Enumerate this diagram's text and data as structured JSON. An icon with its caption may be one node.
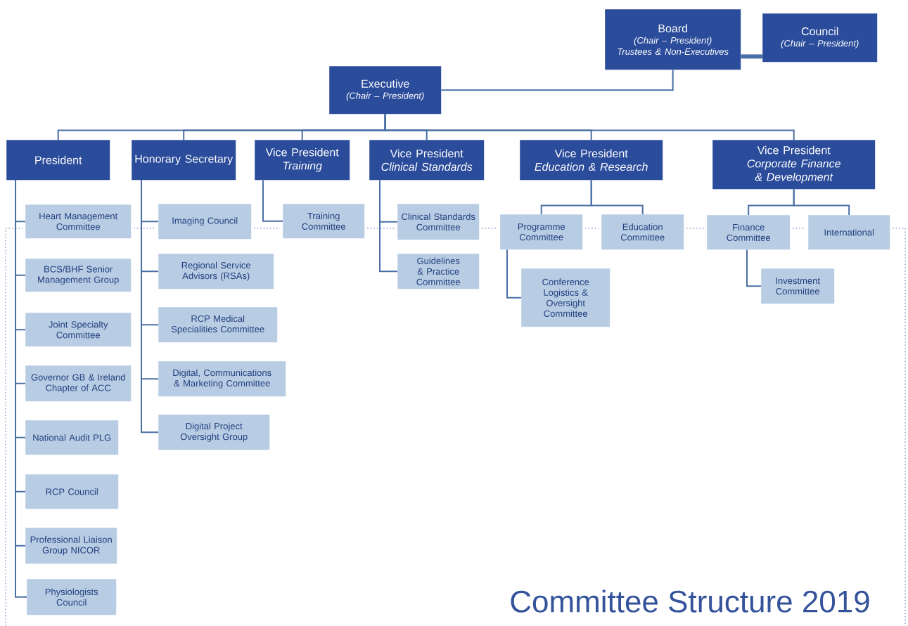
{
  "diagram": {
    "title": "Committee Structure 2019",
    "nodes": [
      {
        "text": [
          "Board",
          "(Chair – President) Trustees & Non-Executives"
        ]
      },
      {
        "text": [
          "Council",
          "(Chair – President)"
        ]
      },
      {
        "text": [
          "Executive",
          "(Chair – President)"
        ]
      },
      {
        "text": [
          "President"
        ]
      },
      {
        "text": [
          "Honorary Secretary"
        ]
      },
      {
        "text": [
          "Vice President",
          "Training"
        ]
      },
      {
        "text": [
          "Vice President",
          "Clinical Standards"
        ]
      },
      {
        "text": [
          "Vice President",
          "Education & Research"
        ]
      },
      {
        "text": [
          "Vice President",
          "Corporate Finance & Development"
        ]
      },
      {
        "text": [
          "Heart Management Committee"
        ]
      },
      {
        "text": [
          "BCS/BHF Senior Management Group"
        ]
      },
      {
        "text": [
          "Joint Specialty Committee"
        ]
      },
      {
        "text": [
          "Governor GB & Ireland Chapter of ACC"
        ]
      },
      {
        "text": [
          "National Audit PLG"
        ]
      },
      {
        "text": [
          "RCP Council"
        ]
      },
      {
        "text": [
          "Professional Liaison Group NICOR"
        ]
      },
      {
        "text": [
          "Physiologists Council"
        ]
      },
      {
        "text": [
          "Imaging Council"
        ]
      },
      {
        "text": [
          "Regional Service Advisors (RSAs)"
        ]
      },
      {
        "text": [
          "RCP Medical Specialities Committee"
        ]
      },
      {
        "text": [
          "Digital, Communications & Marketing Committee"
        ]
      },
      {
        "text": [
          "Digital Project Oversight Group"
        ]
      },
      {
        "text": [
          "Training Committee"
        ]
      },
      {
        "text": [
          "Clinical Standards Committee"
        ]
      },
      {
        "text": [
          "Guidelines & Practice Committee"
        ]
      },
      {
        "text": [
          "Programme Committee"
        ]
      },
      {
        "text": [
          "Education Committee"
        ]
      },
      {
        "text": [
          "Conference Logistics & Oversight Committee"
        ]
      },
      {
        "text": [
          "Finance Committee"
        ]
      },
      {
        "text": [
          "International"
        ]
      },
      {
        "text": [
          "Investment Committee"
        ]
      }
    ],
    "edges": [
      {
        "from": 0,
        "to": 1,
        "arrow": "none",
        "style": "thick"
      },
      {
        "from": 0,
        "to": 2,
        "arrow": "none"
      },
      {
        "from": 2,
        "to": 3,
        "arrow": "none"
      },
      {
        "from": 2,
        "to": 4,
        "arrow": "none"
      },
      {
        "from": 2,
        "to": 5,
        "arrow": "none"
      },
      {
        "from": 2,
        "to": 6,
        "arrow": "none"
      },
      {
        "from": 2,
        "to": 7,
        "arrow": "none"
      },
      {
        "from": 2,
        "to": 8,
        "arrow": "none"
      },
      {
        "from": 3,
        "to": 9,
        "arrow": "none"
      },
      {
        "from": 3,
        "to": 10,
        "arrow": "none"
      },
      {
        "from": 3,
        "to": 11,
        "arrow": "none"
      },
      {
        "from": 3,
        "to": 12,
        "arrow": "none"
      },
      {
        "from": 3,
        "to": 13,
        "arrow": "none"
      },
      {
        "from": 3,
        "to": 14,
        "arrow": "none"
      },
      {
        "from": 3,
        "to": 15,
        "arrow": "none"
      },
      {
        "from": 3,
        "to": 16,
        "arrow": "none"
      },
      {
        "from": 4,
        "to": 17,
        "arrow": "none"
      },
      {
        "from": 4,
        "to": 18,
        "arrow": "none"
      },
      {
        "from": 4,
        "to": 19,
        "arrow": "none"
      },
      {
        "from": 4,
        "to": 20,
        "arrow": "none"
      },
      {
        "from": 4,
        "to": 21,
        "arrow": "none"
      },
      {
        "from": 5,
        "to": 22,
        "arrow": "none"
      },
      {
        "from": 6,
        "to": 23,
        "arrow": "none"
      },
      {
        "from": 6,
        "to": 24,
        "arrow": "none"
      },
      {
        "from": 7,
        "to": 25,
        "arrow": "none"
      },
      {
        "from": 7,
        "to": 26,
        "arrow": "none"
      },
      {
        "from": 8,
        "to": 28,
        "arrow": "none"
      },
      {
        "from": 8,
        "to": 29,
        "arrow": "none"
      },
      {
        "from": 25,
        "to": 27,
        "arrow": "none"
      },
      {
        "from": 28,
        "to": 30,
        "arrow": "none"
      }
    ]
  }
}
